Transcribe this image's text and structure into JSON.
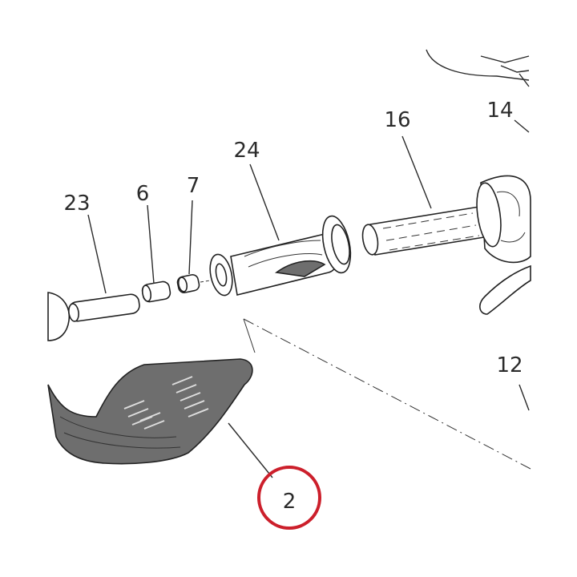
{
  "callouts": {
    "c2": "2",
    "c6": "6",
    "c7": "7",
    "c12": "12",
    "c14": "14",
    "c16": "16",
    "c23": "23",
    "c24": "24"
  },
  "highlight": {
    "target": "2",
    "ring_color": "#cc1f2b"
  },
  "colors": {
    "line": "#2a2a2a",
    "guard_fill": "#6e6e6e"
  }
}
